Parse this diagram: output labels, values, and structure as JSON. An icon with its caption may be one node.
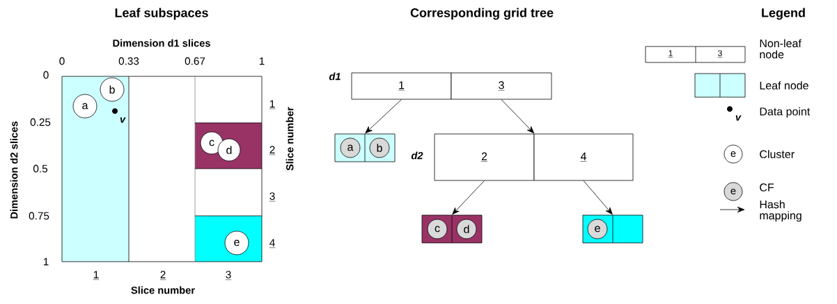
{
  "diagram": {
    "nodes": [
      {
        "text": [
          "1"
        ],
        "beside": [
          "d1"
        ]
      },
      {
        "text": [
          "3"
        ]
      },
      {
        "text": [],
        "shape": "box"
      },
      {
        "text": [
          "a"
        ],
        "in": 2
      },
      {
        "text": [
          "b"
        ],
        "in": 2
      },
      {
        "text": [
          "2"
        ],
        "beside": [
          "d2"
        ]
      },
      {
        "text": [
          "4"
        ]
      },
      {
        "text": [],
        "shape": "box"
      },
      {
        "text": [
          "c"
        ],
        "in": 7
      },
      {
        "text": [
          "d"
        ],
        "in": 7
      },
      {
        "text": [],
        "shape": "box"
      },
      {
        "text": [
          "e"
        ],
        "in": 10
      },
      {
        "text": [
          "a"
        ]
      },
      {
        "text": [
          "b"
        ]
      },
      {
        "text": [
          "c"
        ]
      },
      {
        "text": [
          "d"
        ]
      },
      {
        "text": [
          "e"
        ]
      }
    ],
    "edges": [
      {
        "from": 0,
        "to": 2,
        "arrow": "to"
      },
      {
        "from": 1,
        "to": 5,
        "arrow": "to"
      },
      {
        "from": 5,
        "to": 7,
        "arrow": "to"
      },
      {
        "from": 6,
        "to": 10,
        "arrow": "to"
      }
    ],
    "labels": [
      "Leaf subspaces",
      "Corresponding grid tree",
      "Legend",
      "Dimension d1 slices",
      "0",
      "0.33",
      "0.67",
      "1",
      "0",
      "0.25",
      "0.5",
      "0.75",
      "1",
      "Dimension d2 slices",
      "1",
      "2",
      "3",
      "4",
      "Slice number",
      "1",
      "2",
      "3",
      "Slice number",
      "v",
      "1",
      "3",
      "v",
      "e",
      "e"
    ],
    "legend": [
      {
        "text": "Non-leaf node"
      },
      {
        "text": "Leaf node"
      },
      {
        "text": "Data point"
      },
      {
        "text": "Cluster"
      },
      {
        "text": "CF"
      },
      {
        "text": "Hash mapping"
      }
    ]
  }
}
